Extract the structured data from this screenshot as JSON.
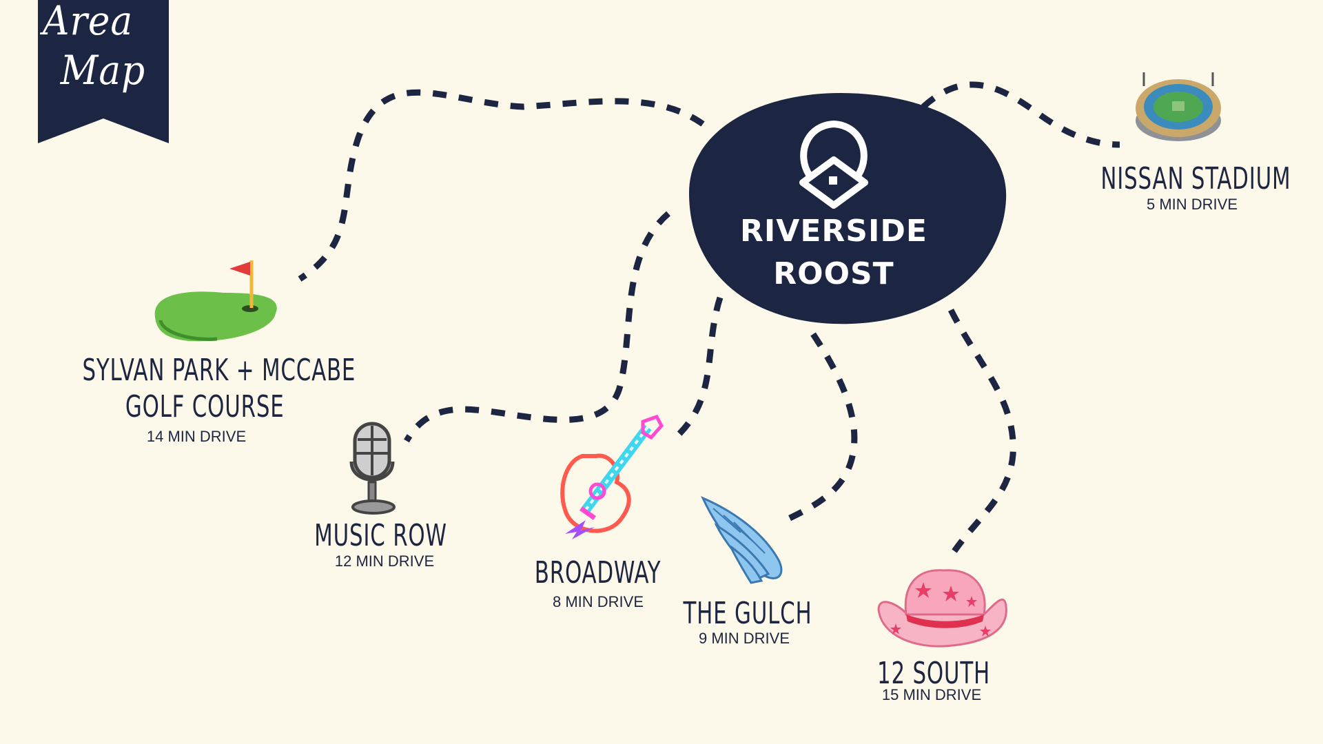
{
  "banner": {
    "line1": "Area",
    "line2": "Map"
  },
  "hub": {
    "line1": "RIVERSIDE",
    "line2": "ROOST",
    "color": "#1c2541"
  },
  "destinations": [
    {
      "name": "NISSAN STADIUM",
      "time": "5 MIN DRIVE",
      "icon": "stadium-icon"
    },
    {
      "name_line1": "SYLVAN PARK + MCCABE",
      "name_line2": "GOLF COURSE",
      "time": "14 MIN DRIVE",
      "icon": "golf-green-icon"
    },
    {
      "name": "MUSIC ROW",
      "time": "12 MIN DRIVE",
      "icon": "microphone-icon"
    },
    {
      "name": "BROADWAY",
      "time": "8 MIN DRIVE",
      "icon": "neon-guitar-icon"
    },
    {
      "name": "THE GULCH",
      "time": "9 MIN DRIVE",
      "icon": "angel-wing-icon"
    },
    {
      "name": "12 SOUTH",
      "time": "15 MIN DRIVE",
      "icon": "pink-cowboy-hat-icon"
    }
  ],
  "colors": {
    "background": "#fcf8ea",
    "navy": "#1c2541",
    "route": "#1c2541"
  }
}
